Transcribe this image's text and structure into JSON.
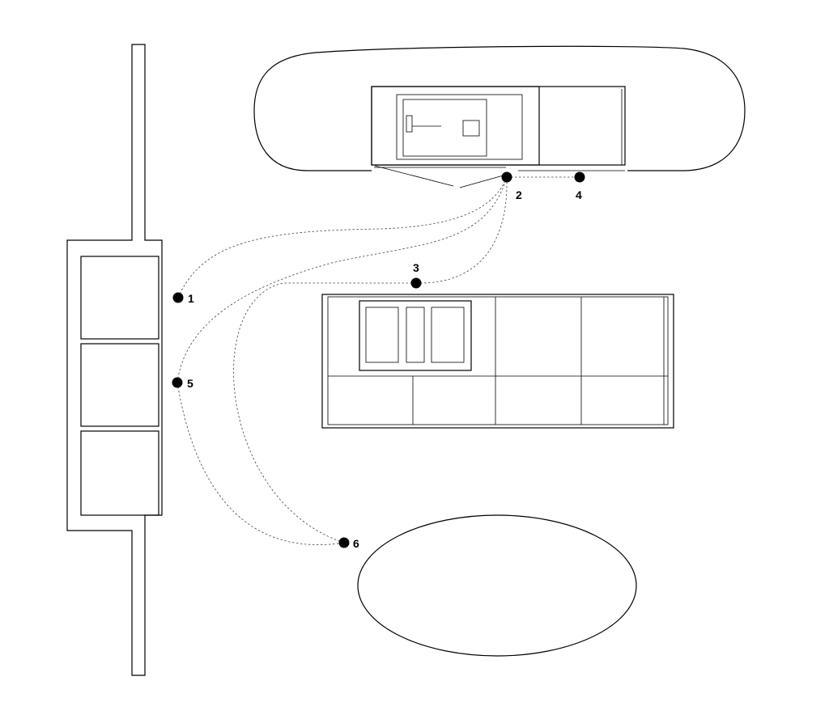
{
  "diagram": {
    "markers": [
      {
        "id": "1",
        "label": "1"
      },
      {
        "id": "2",
        "label": "2"
      },
      {
        "id": "3",
        "label": "3"
      },
      {
        "id": "4",
        "label": "4"
      },
      {
        "id": "5",
        "label": "5"
      },
      {
        "id": "6",
        "label": "6"
      }
    ],
    "connections": [
      [
        "1",
        "2"
      ],
      [
        "5",
        "2"
      ],
      [
        "3",
        "2"
      ],
      [
        "2",
        "4"
      ],
      [
        "5",
        "6"
      ],
      [
        "3",
        "6"
      ]
    ]
  }
}
